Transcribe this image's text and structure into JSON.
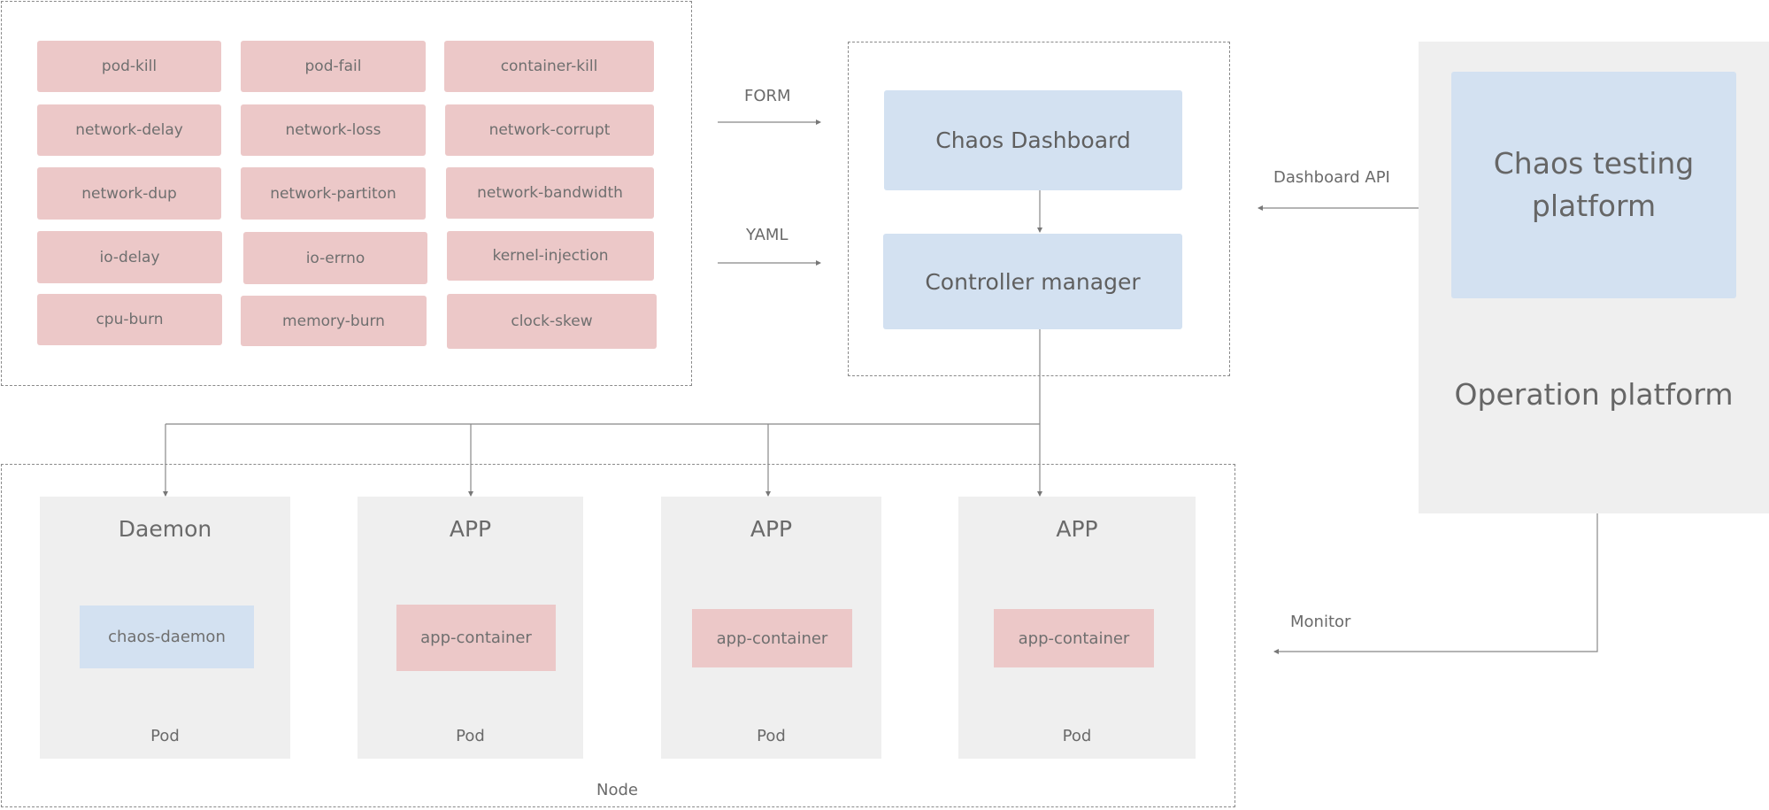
{
  "faults": {
    "r0c0": "pod-kill",
    "r0c1": "pod-fail",
    "r0c2": "container-kill",
    "r1c0": "network-delay",
    "r1c1": "network-loss",
    "r1c2": "network-corrupt",
    "r2c0": "network-dup",
    "r2c1": "network-partiton",
    "r2c2": "network-bandwidth",
    "r3c0": "io-delay",
    "r3c1": "io-errno",
    "r3c2": "kernel-injection",
    "r4c0": "cpu-burn",
    "r4c1": "memory-burn",
    "r4c2": "clock-skew"
  },
  "edges": {
    "form": "FORM",
    "yaml": "YAML",
    "dashboard_api": "Dashboard API",
    "monitor": "Monitor"
  },
  "control_plane": {
    "dashboard": "Chaos Dashboard",
    "controller": "Controller manager"
  },
  "platform": {
    "inner": "Chaos testing platform",
    "outer": "Operation platform"
  },
  "node": {
    "label": "Node",
    "pods": [
      {
        "title": "Daemon",
        "container": "chaos-daemon",
        "footer": "Pod",
        "container_color": "#d3e1f1"
      },
      {
        "title": "APP",
        "container": "app-container",
        "footer": "Pod",
        "container_color": "#ecc8c8"
      },
      {
        "title": "APP",
        "container": "app-container",
        "footer": "Pod",
        "container_color": "#ecc8c8"
      },
      {
        "title": "APP",
        "container": "app-container",
        "footer": "Pod",
        "container_color": "#ecc8c8"
      }
    ]
  },
  "colors": {
    "fault_fill": "#ecc8c8",
    "component_fill": "#d3e1f1",
    "pod_fill": "#efefef",
    "line": "#777777"
  }
}
